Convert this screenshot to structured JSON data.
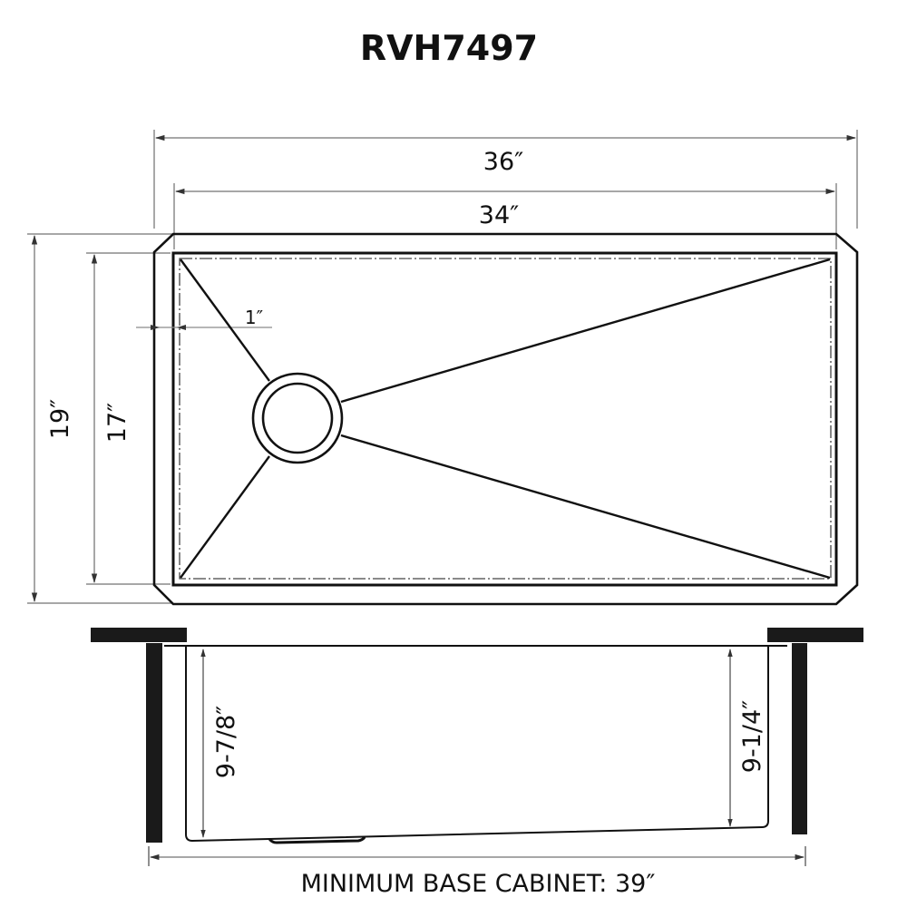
{
  "title": "RVH7497",
  "colors": {
    "line": "#111111",
    "dim_line": "#8a8a8a",
    "text": "#111111",
    "background": "#ffffff"
  },
  "top_view": {
    "overall_width": "36″",
    "bowl_width": "34″",
    "overall_depth": "19″",
    "bowl_depth": "17″",
    "flange_width": "1″",
    "drain": "offset-drain-icon"
  },
  "side_view": {
    "left_depth": "9-7/8″",
    "right_depth": "9-1/4″",
    "cabinet_label": "MINIMUM BASE CABINET: 39″"
  }
}
